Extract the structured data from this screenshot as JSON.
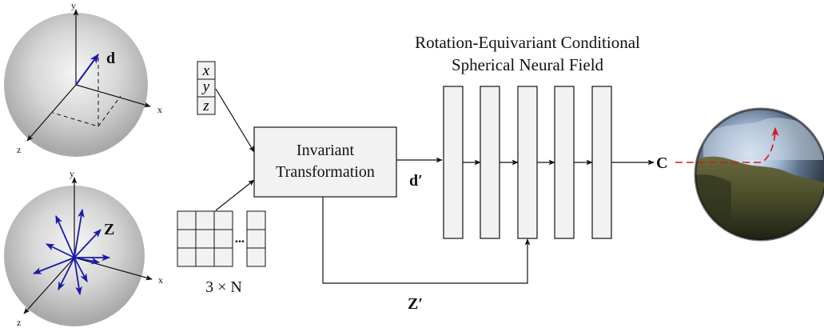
{
  "title_line1": "Rotation-Equivariant Conditional",
  "title_line2": "Spherical Neural Field",
  "transform_line1": "Invariant",
  "transform_line2": "Transformation",
  "sphere_top": {
    "vector_label": "d",
    "axis_x": "x",
    "axis_y": "y",
    "axis_z": "z"
  },
  "sphere_bottom": {
    "vector_label": "Z",
    "axis_x": "x",
    "axis_y": "y",
    "axis_z": "z"
  },
  "xyz": [
    "x",
    "y",
    "z"
  ],
  "matrix_size_label": "3 × N",
  "d_prime_label": "d′",
  "z_prime_label": "Z′",
  "output_label": "C",
  "ellipsis": "...",
  "colors": {
    "vector": "#1a1aa8",
    "ray": "#d11a1a",
    "box_fill": "#f2f2f2",
    "stroke": "#111111"
  }
}
